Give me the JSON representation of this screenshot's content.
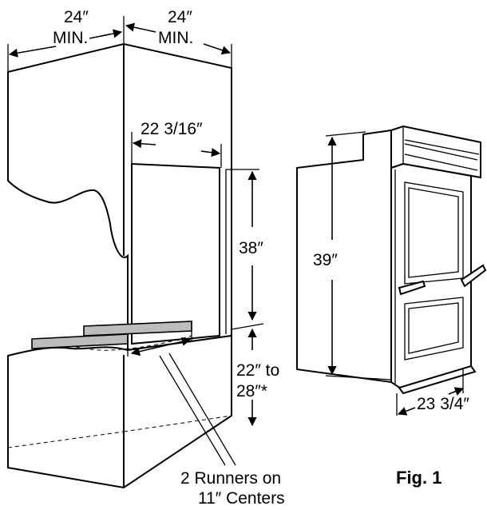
{
  "figure_label": "Fig. 1",
  "dimensions": {
    "left_clearance_value": "24″",
    "left_clearance_suffix": "MIN.",
    "right_clearance_value": "24″",
    "right_clearance_suffix": "MIN.",
    "cutout_width": "22 3/16″",
    "cutout_height": "38″",
    "floor_height_line1": "22″ to",
    "floor_height_line2": "28″*",
    "oven_height": "39″",
    "oven_depth": "23 3/4″"
  },
  "callouts": {
    "runners_line1": "2 Runners on",
    "runners_line2": "11″ Centers"
  }
}
